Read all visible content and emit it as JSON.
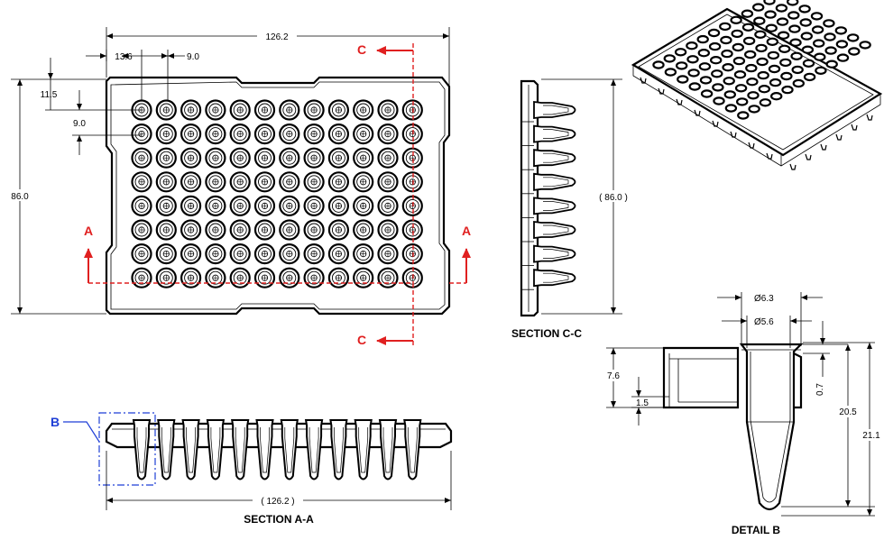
{
  "top_view": {
    "overall_width": "126.2",
    "overall_height": "86.0",
    "a1_col_offset": "13.6",
    "col_pitch": "9.0",
    "a1_row_offset": "11.5",
    "row_pitch": "9.0",
    "section_a_label": "A",
    "section_c_label": "C",
    "rows": 8,
    "cols": 12
  },
  "section_aa": {
    "caption": "SECTION A-A",
    "width": "( 126.2 )",
    "detail_label": "B",
    "tubes": 12
  },
  "section_cc": {
    "caption": "SECTION C-C",
    "height": "( 86.0 )",
    "tubes": 8
  },
  "detail_b": {
    "caption": "DETAIL B",
    "outer_diameter": "Ø6.3",
    "inner_diameter": "Ø5.6",
    "skirt_height": "7.6",
    "skirt_base": "1.5",
    "rim_height": "0.7",
    "tube_depth": "20.5",
    "total_height": "21.1"
  },
  "colors": {
    "section_marker": "#e02020",
    "detail_marker": "#1f3fd6",
    "line": "#000000"
  }
}
